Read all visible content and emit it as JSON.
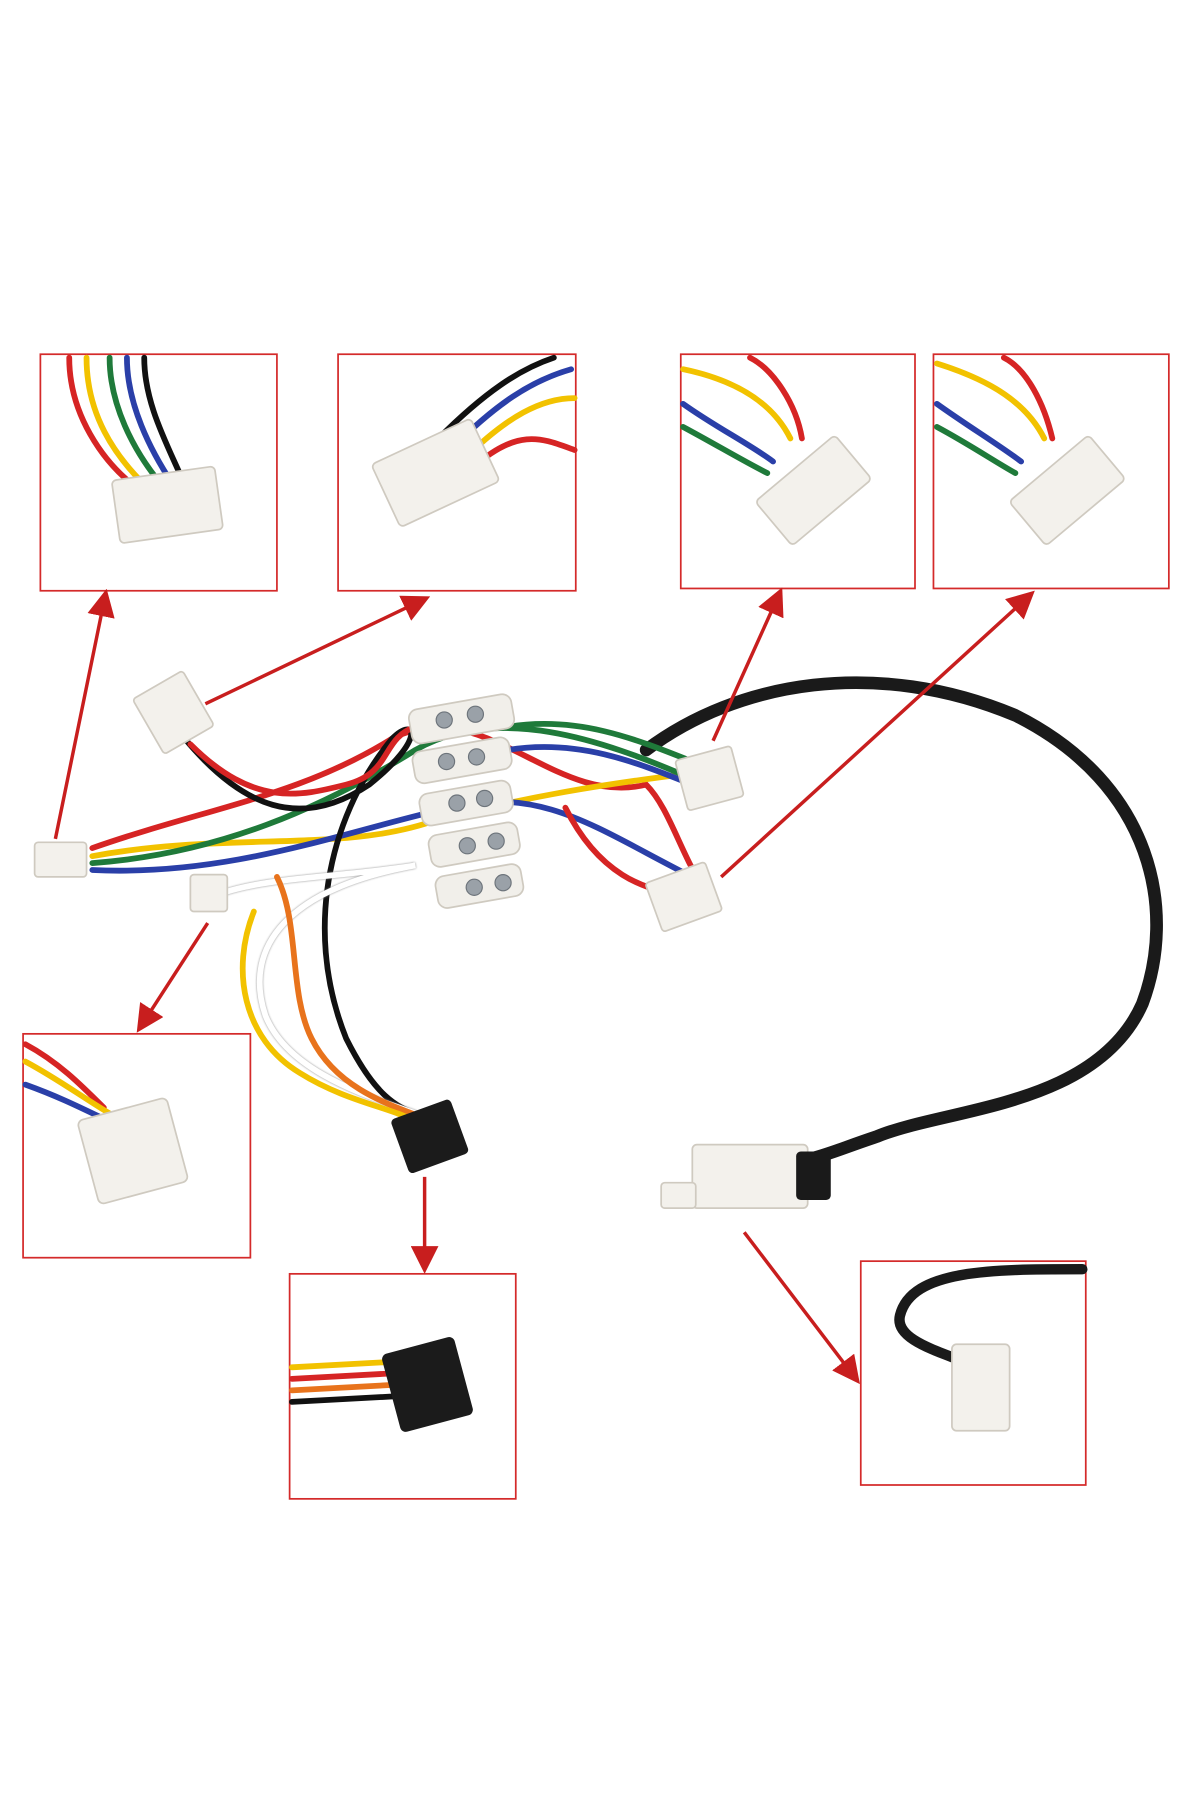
{
  "colors": {
    "callout_border": "#d42a2a",
    "arrow": "#c81e1e",
    "cable": "#1a1a1a",
    "connector": "#f3f1ec",
    "wires": [
      "#d62424",
      "#f2c200",
      "#1f7a3a",
      "#2a3fa8",
      "#111111",
      "#ffffff",
      "#e8731c"
    ]
  },
  "callouts": [
    {
      "id": "6-pin-connector-left"
    },
    {
      "id": "4-pin-connector-top"
    },
    {
      "id": "6-pin-connector-right-a"
    },
    {
      "id": "6-pin-connector-right-b"
    },
    {
      "id": "3-pin-connector"
    },
    {
      "id": "sm-4-pin-black-connector"
    },
    {
      "id": "2-pin-power-plug"
    }
  ]
}
